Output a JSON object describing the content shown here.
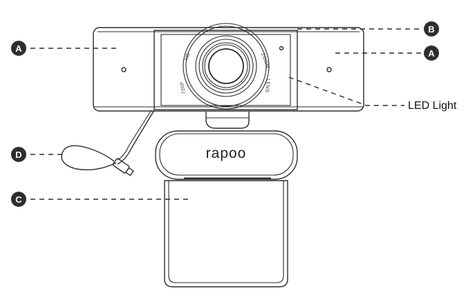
{
  "callouts": [
    {
      "letter": "A",
      "meaning": "side-panel-left"
    },
    {
      "letter": "B",
      "meaning": "top-edge"
    },
    {
      "letter": "A",
      "meaning": "side-panel-right"
    },
    {
      "letter": "D",
      "meaning": "usb-cable"
    },
    {
      "letter": "C",
      "meaning": "base-clip"
    }
  ],
  "led_label": "LED Light",
  "brand": "rapoo",
  "lens_ring": {
    "hd": "HD",
    "res": "720P",
    "zoom": "ZOOM",
    "lens": "LENS"
  },
  "colors": {
    "badge": "#2e2e2e",
    "outline": "#2b2b2b",
    "background": "#ffffff"
  }
}
